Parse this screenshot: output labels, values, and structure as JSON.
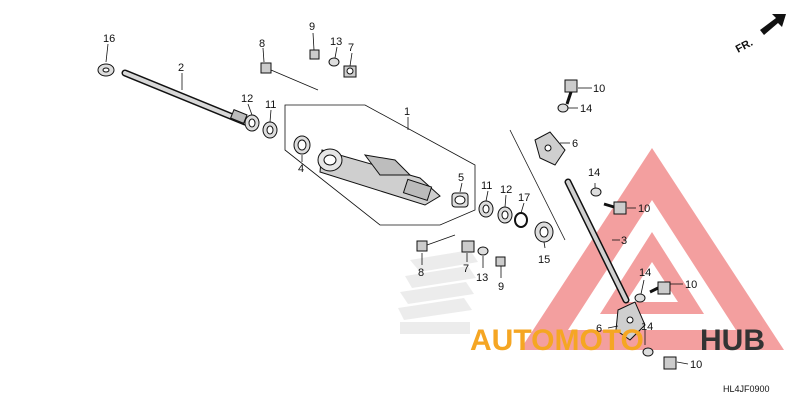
{
  "diagram": {
    "code": "HL4JF0900",
    "direction_label": "FR.",
    "callouts": [
      {
        "id": "c16",
        "label": "16"
      },
      {
        "id": "c2",
        "label": "2"
      },
      {
        "id": "c8a",
        "label": "8"
      },
      {
        "id": "c9a",
        "label": "9"
      },
      {
        "id": "c13a",
        "label": "13"
      },
      {
        "id": "c7a",
        "label": "7"
      },
      {
        "id": "c1",
        "label": "1"
      },
      {
        "id": "c12a",
        "label": "12"
      },
      {
        "id": "c11a",
        "label": "11"
      },
      {
        "id": "c4",
        "label": "4"
      },
      {
        "id": "c5",
        "label": "5"
      },
      {
        "id": "c11b",
        "label": "11"
      },
      {
        "id": "c12b",
        "label": "12"
      },
      {
        "id": "c17",
        "label": "17"
      },
      {
        "id": "c15",
        "label": "15"
      },
      {
        "id": "c8b",
        "label": "8"
      },
      {
        "id": "c7b",
        "label": "7"
      },
      {
        "id": "c13b",
        "label": "13"
      },
      {
        "id": "c9b",
        "label": "9"
      },
      {
        "id": "c10a",
        "label": "10"
      },
      {
        "id": "c14a",
        "label": "14"
      },
      {
        "id": "c6a",
        "label": "6"
      },
      {
        "id": "c14b",
        "label": "14"
      },
      {
        "id": "c10b",
        "label": "10"
      },
      {
        "id": "c3",
        "label": "3"
      },
      {
        "id": "c14c",
        "label": "14"
      },
      {
        "id": "c10c",
        "label": "10"
      },
      {
        "id": "c6b",
        "label": "6"
      },
      {
        "id": "c14d",
        "label": "14"
      },
      {
        "id": "c10d",
        "label": "10"
      }
    ]
  },
  "watermark": {
    "brand_part1": "AUTOMOTO",
    "brand_part2": "HUB",
    "colors": {
      "triangle": "#f08080",
      "brand_orange": "#f5a623",
      "brand_gray": "#333333"
    }
  }
}
